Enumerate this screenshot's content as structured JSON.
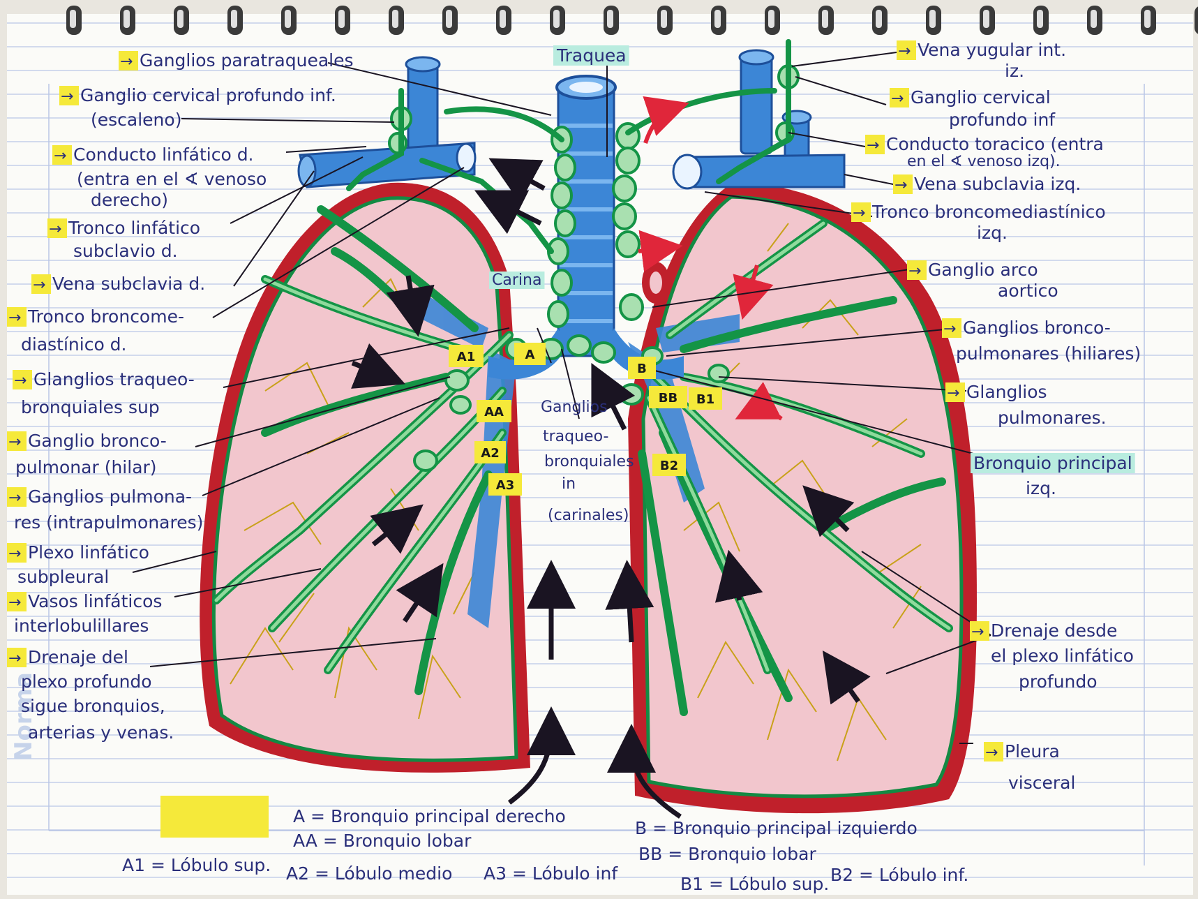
{
  "watermark": "Norma",
  "labels": {
    "ganglios_paratraqueales": "Ganglios paratraqueales",
    "ganglio_cervical_der_1": "Ganglio cervical profundo inf.",
    "ganglio_cervical_der_2": "(escaleno)",
    "conducto_linfatico_1": "Conducto linfático d.",
    "conducto_linfatico_2": "(entra en el ∢ venoso",
    "conducto_linfatico_3": "derecho)",
    "tronco_subclavio_1": "Tronco linfático",
    "tronco_subclavio_2": "subclavio d.",
    "vena_subclavia_d": "Vena subclavia d.",
    "tronco_bronco_d_1": "Tronco broncome-",
    "tronco_bronco_d_2": "diastínico d.",
    "ganglios_traqueo_sup_1": "Glanglios traqueo-",
    "ganglios_traqueo_sup_2": "bronquiales sup",
    "ganglio_bronco_1": "Ganglio bronco-",
    "ganglio_bronco_2": "pulmonar (hilar)",
    "ganglios_pulm_1": "Ganglios pulmona-",
    "ganglios_pulm_2": "res (intrapulmonares)",
    "plexo_1": "Plexo linfático",
    "plexo_2": "subpleural",
    "vasos_1": "Vasos linfáticos",
    "vasos_2": "interlobulillares",
    "drenaje_der_1": "Drenaje del",
    "drenaje_der_2": "plexo profundo",
    "drenaje_der_3": "sigue bronquios,",
    "drenaje_der_4": "arterias y venas.",
    "traquea": "Traquea",
    "carina": "Carina",
    "ganglios_inf_1": "Ganglios",
    "ganglios_inf_2": "traqueo-",
    "ganglios_inf_3": "bronquiales",
    "ganglios_inf_4": "in",
    "ganglios_inf_5": "(carinales)",
    "vena_yugular_1": "Vena yugular int.",
    "vena_yugular_2": "iz.",
    "ganglio_cervical_izq_1": "Ganglio cervical",
    "ganglio_cervical_izq_2": "profundo inf",
    "conducto_toracico_1": "Conducto toracico (entra",
    "conducto_toracico_2": "en el ∢ venoso izq).",
    "vena_subclavia_izq": "Vena subclavia izq.",
    "tronco_bronco_izq_1": "Tronco broncomediastínico",
    "tronco_bronco_izq_2": "izq.",
    "ganglio_arco_1": "Ganglio arco",
    "ganglio_arco_2": "aortico",
    "ganglios_hiliares_1": "Ganglios bronco-",
    "ganglios_hiliares_2": "pulmonares (hiliares)",
    "ganglios_pulm_izq_1": "Glanglios",
    "ganglios_pulm_izq_2": "pulmonares.",
    "bronquio_izq_1": "Bronquio principal",
    "bronquio_izq_2": "izq.",
    "drenaje_izq_1": "Drenaje desde",
    "drenaje_izq_2": "el plexo linfático",
    "drenaje_izq_3": "profundo",
    "pleura_1": "Pleura",
    "pleura_2": "visceral"
  },
  "tags": {
    "a1": "A1",
    "a": "A",
    "aa": "AA",
    "a2": "A2",
    "a3": "A3",
    "b": "B",
    "bb": "BB",
    "b1": "B1",
    "b2": "B2"
  },
  "legend": {
    "a": "A = Bronquio principal derecho",
    "aa": "AA = Bronquio lobar",
    "a1": "A1 = Lóbulo sup.",
    "a2": "A2 = Lóbulo medio",
    "a3": "A3 = Lóbulo inf",
    "b": "B = Bronquio principal izquierdo",
    "bb": "BB = Bronquio lobar",
    "b1": "B1 = Lóbulo sup.",
    "b2": "B2 = Lóbulo inf."
  },
  "colors": {
    "lymph_green": "#149446",
    "pleura_red": "#c0202b",
    "lung_pink": "#f2c6cd",
    "bronchi_blue": "#3c86d6",
    "highlight_yellow": "#f5e93a",
    "highlight_teal": "#b9ecdf",
    "ink": "#2a2f7a"
  }
}
